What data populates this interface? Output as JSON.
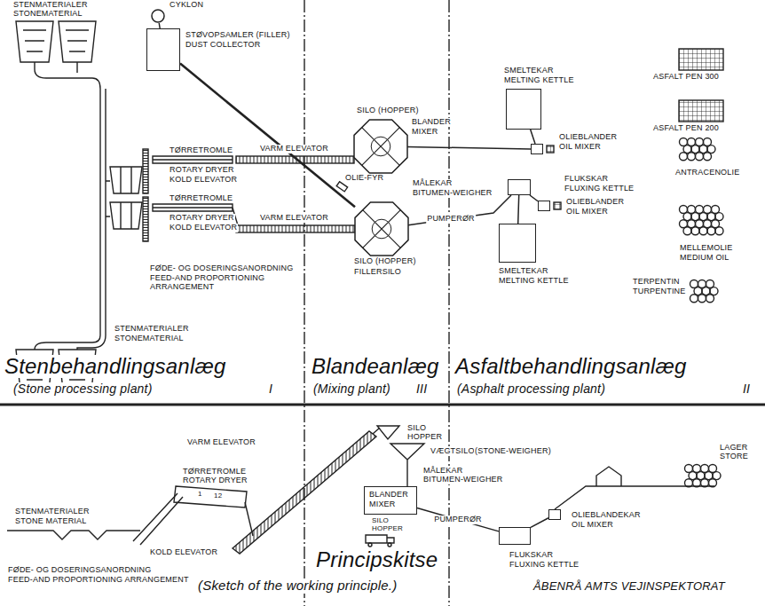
{
  "diagram": {
    "nodes": [
      {
        "text": [
          "CYKLON"
        ]
      },
      {
        "text": [
          "STØVOPSAMLER (FILLER)",
          "DUST COLLECTOR"
        ]
      },
      {
        "text": [
          "SILO (HOPPER)",
          "BLANDER",
          "MIXER"
        ]
      },
      {
        "text": [
          "MÅLEKAR",
          "BITUMEN-WEIGHER",
          "SILO (HOPPER)",
          "FILLERSILO"
        ]
      },
      {
        "text": [
          "SMELTEKAR",
          "MELTING KETTLE"
        ]
      },
      {
        "text": [
          "OLIEBLANDER",
          "OIL MIXER"
        ]
      },
      {
        "text": [
          "FLUKSKAR",
          "FLUXING KETTLE"
        ]
      },
      {
        "text": [
          "OLIEBLANDER",
          "OIL MIXER"
        ]
      },
      {
        "text": [
          "SMELTEKAR",
          "MELTING KETTLE"
        ]
      },
      {
        "text": [
          "BLANDER",
          "MIXER"
        ]
      },
      {
        "text": [
          "FLUKSKAR",
          "FLUXING KETTLE"
        ]
      },
      {
        "text": [
          "OLIEBLANDEKAR",
          "OIL MIXER"
        ]
      }
    ],
    "edges": [
      {
        "from": 0,
        "to": 1,
        "arrow": "none"
      },
      {
        "from": 1,
        "to": 3,
        "arrow": "none"
      },
      {
        "from": 2,
        "to": 5,
        "arrow": "none"
      },
      {
        "from": 4,
        "to": 5,
        "arrow": "none"
      },
      {
        "from": 3,
        "to": 6,
        "label": "PUMPERØR",
        "arrow": "none"
      },
      {
        "from": 8,
        "to": 6,
        "arrow": "none"
      },
      {
        "from": 6,
        "to": 7,
        "arrow": "none"
      },
      {
        "from": 10,
        "to": 9,
        "label": "PUMPERØR",
        "arrow": "none"
      },
      {
        "from": 10,
        "to": 11,
        "arrow": "none"
      }
    ],
    "labels": [
      "STENMATERIALER",
      "STONEMATERIAL",
      "TØRRETROMLE",
      "ROTARY DRYER",
      "KOLD ELEVATOR",
      "VARM ELEVATOR",
      "OLIE-FYR",
      "TØRRETROMLE",
      "ROTARY DRYER",
      "KOLD ELEVATOR",
      "VARM ELEVATOR",
      "FØDE- OG DOSERINGSANORDNING",
      "FEED-AND PROPORTIONING ARRANGEMENT",
      "STENMATERIALER",
      "STONEMATERIAL",
      "ASFALT PEN 300",
      "ASFALT PEN 200",
      "ANTRACENOLIE",
      "MELLEMOLIE",
      "MEDIUM OIL",
      "TERPENTIN",
      "TURPENTINE",
      "Stenbehandlingsanlæg",
      "(Stone processing plant)",
      "I",
      "Blandeanlæg",
      "(Mixing plant)",
      "III",
      "Asfaltbehandlingsanlæg",
      "(Asphalt processing plant)",
      "II",
      "VARM ELEVATOR",
      "SILO",
      "HOPPER",
      "VÆGTSILO",
      "(STONE-WEIGHER)",
      "STENMATERIALER",
      "STONE MATERIAL",
      "TØRRETROMLE",
      "ROTARY DRYER",
      "1",
      "12",
      "KOLD ELEVATOR",
      "SILO",
      "HOPPER",
      "MÅLEKAR",
      "BITUMEN-WEIGHER",
      "LAGER",
      "STORE",
      "FØDE- OG DOSERINGSANORDNING",
      "FEED-AND PROPORTIONING ARRANGEMENT",
      "Principskitse",
      "(Sketch of the working principle.)",
      "ÅBENRÅ AMTS VEJINSPEKTORAT"
    ]
  }
}
